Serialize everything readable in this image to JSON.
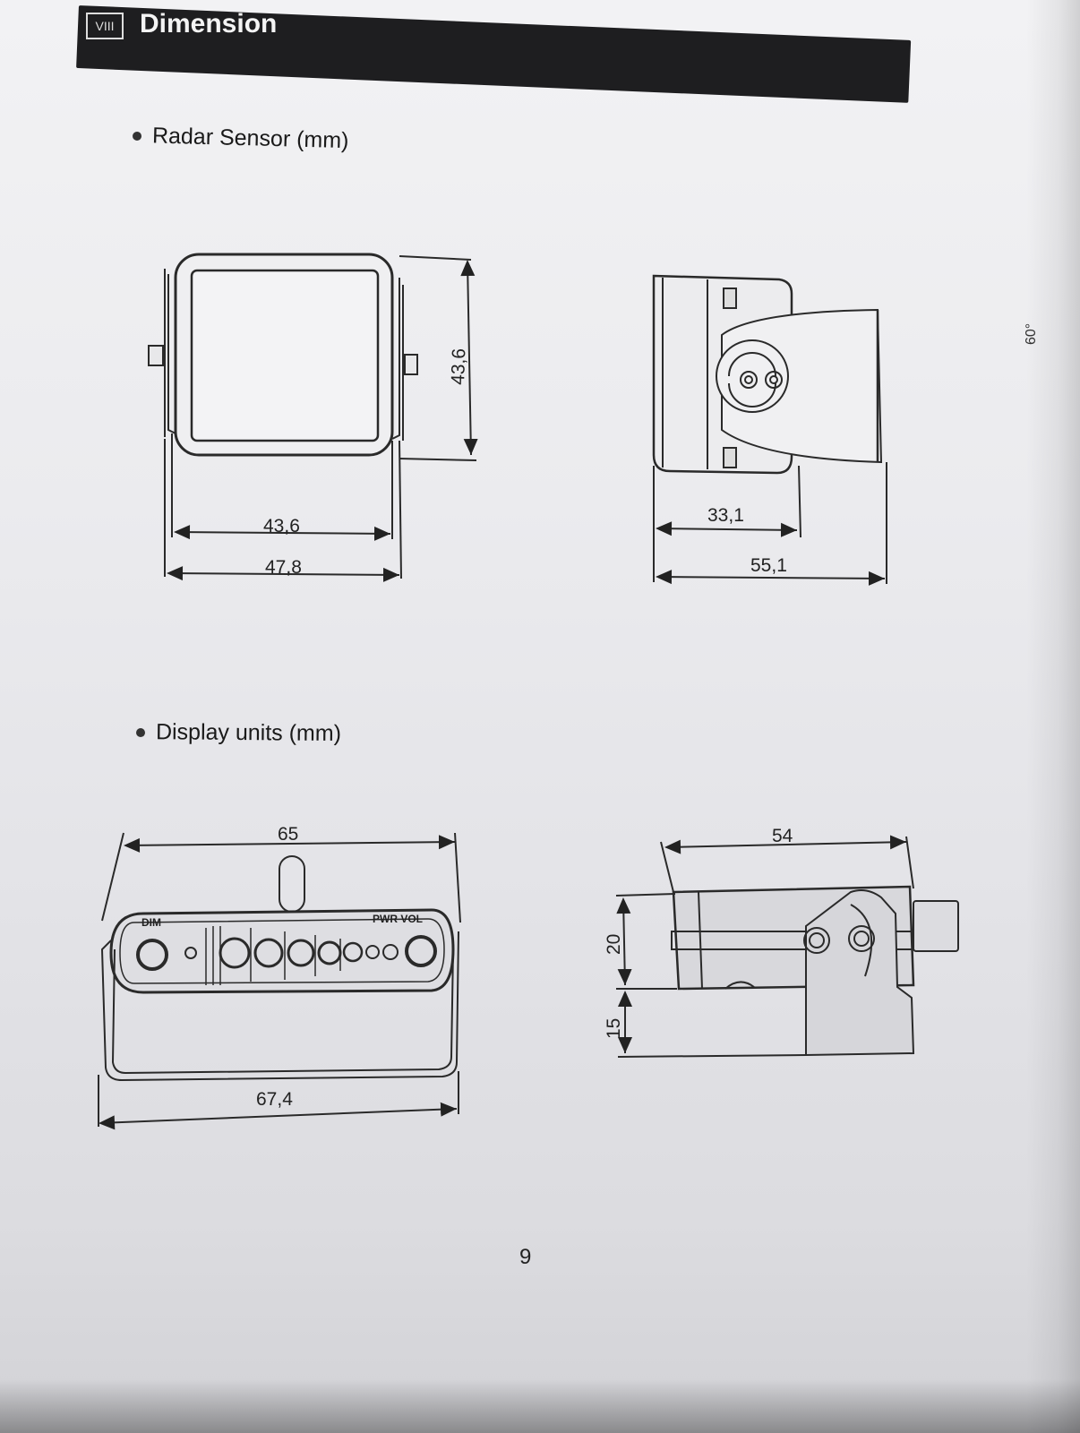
{
  "header": {
    "section_number": "VIII",
    "title": "Dimension"
  },
  "radar_sensor": {
    "title": "Radar Sensor (mm)",
    "front_height": "43,6",
    "front_inner_width": "43,6",
    "front_outer_width": "47,8",
    "side_depth": "33,1",
    "side_total": "55,1"
  },
  "display_units": {
    "title": "Display units (mm)",
    "front_top_width": "65",
    "front_bottom_width": "67,4",
    "label_dim": "DIM",
    "label_pwr_vol": "PWR VOL",
    "side_width": "54",
    "side_height_upper": "20",
    "side_height_lower": "15"
  },
  "page_number": "9",
  "side_mark": "60°"
}
